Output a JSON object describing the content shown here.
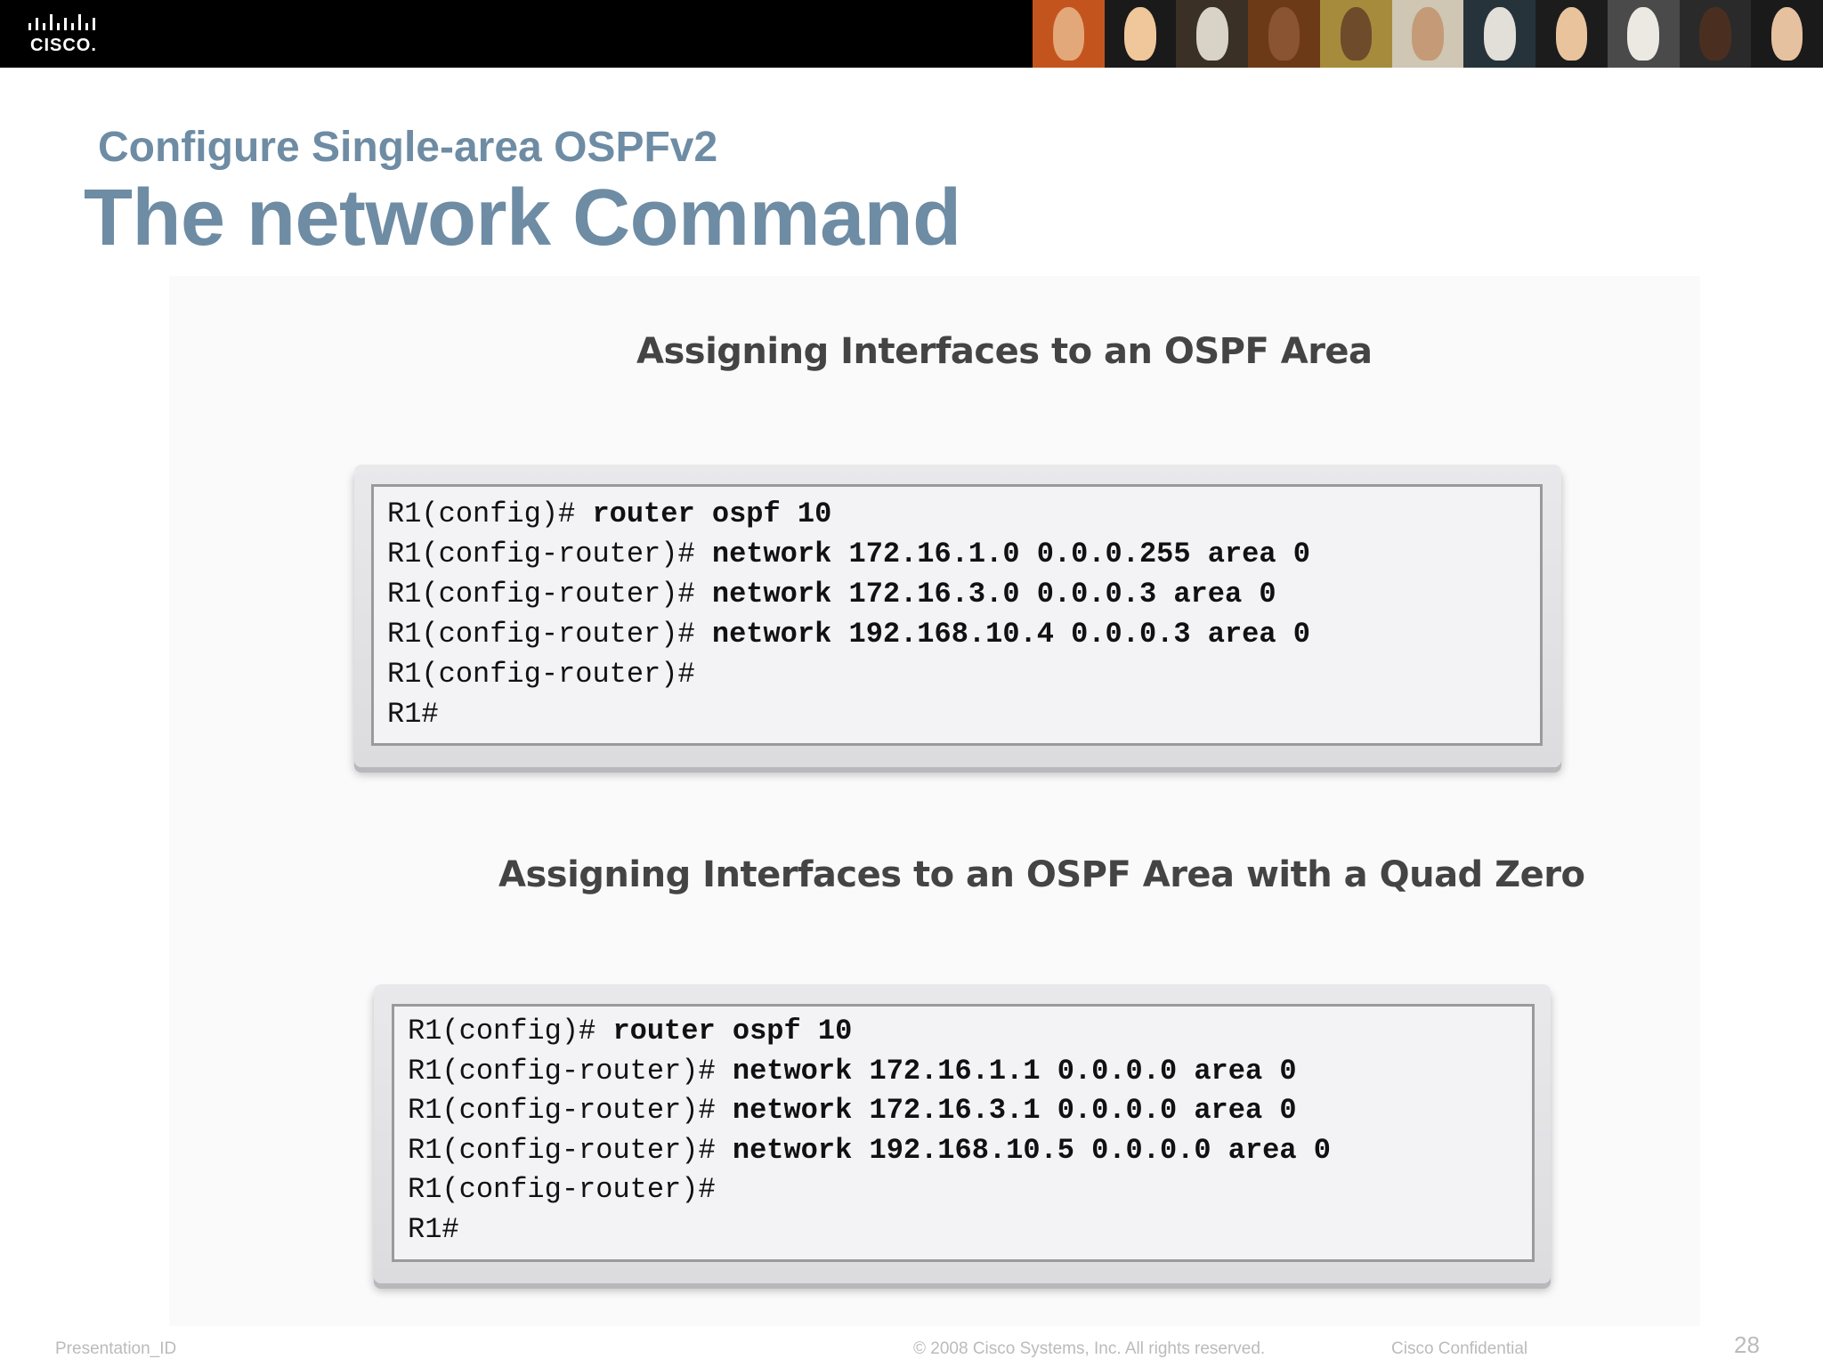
{
  "header": {
    "logo": {
      "icon": "cisco-bridge-logo-icon",
      "text": "CISCO."
    },
    "photo_strip": [
      {
        "bg": "#c4541e",
        "face": "#e3a879"
      },
      {
        "bg": "#1a1a1a",
        "face": "#f0c79a"
      },
      {
        "bg": "#3b3026",
        "face": "#d9d2c6"
      },
      {
        "bg": "#6d3a17",
        "face": "#8a5433"
      },
      {
        "bg": "#a68b3c",
        "face": "#6e4b2a"
      },
      {
        "bg": "#cfc6b3",
        "face": "#c59a77"
      },
      {
        "bg": "#27333a",
        "face": "#e2dfd8"
      },
      {
        "bg": "#1c1c1c",
        "face": "#e8c39c"
      },
      {
        "bg": "#4a4a4a",
        "face": "#ece8e2"
      },
      {
        "bg": "#2a2a2a",
        "face": "#4a2f21"
      },
      {
        "bg": "#1a1a1a",
        "face": "#e6c19f"
      }
    ]
  },
  "slide": {
    "subtitle": "Configure Single-area OSPFv2",
    "title": "The network Command"
  },
  "section1": {
    "heading": "Assigning Interfaces to an OSPF Area",
    "lines": [
      {
        "prompt": "R1(config)# ",
        "command": "router ospf 10"
      },
      {
        "prompt": "R1(config-router)# ",
        "command": "network 172.16.1.0 0.0.0.255 area 0"
      },
      {
        "prompt": "R1(config-router)# ",
        "command": "network 172.16.3.0 0.0.0.3 area 0"
      },
      {
        "prompt": "R1(config-router)# ",
        "command": "network 192.168.10.4 0.0.0.3 area 0"
      },
      {
        "prompt": "R1(config-router)#",
        "command": ""
      },
      {
        "prompt": "R1#",
        "command": ""
      }
    ]
  },
  "section2": {
    "heading": "Assigning Interfaces to an OSPF Area with a Quad Zero",
    "lines": [
      {
        "prompt": "R1(config)# ",
        "command": "router ospf 10"
      },
      {
        "prompt": "R1(config-router)# ",
        "command": "network 172.16.1.1 0.0.0.0 area 0"
      },
      {
        "prompt": "R1(config-router)# ",
        "command": "network 172.16.3.1 0.0.0.0 area 0"
      },
      {
        "prompt": "R1(config-router)# ",
        "command": "network 192.168.10.5 0.0.0.0 area 0"
      },
      {
        "prompt": "R1(config-router)#",
        "command": ""
      },
      {
        "prompt": "R1#",
        "command": ""
      }
    ]
  },
  "footer": {
    "presentation_id": "Presentation_ID",
    "copyright": "© 2008 Cisco Systems, Inc. All rights reserved.",
    "confidential": "Cisco Confidential",
    "page_number": "28"
  }
}
